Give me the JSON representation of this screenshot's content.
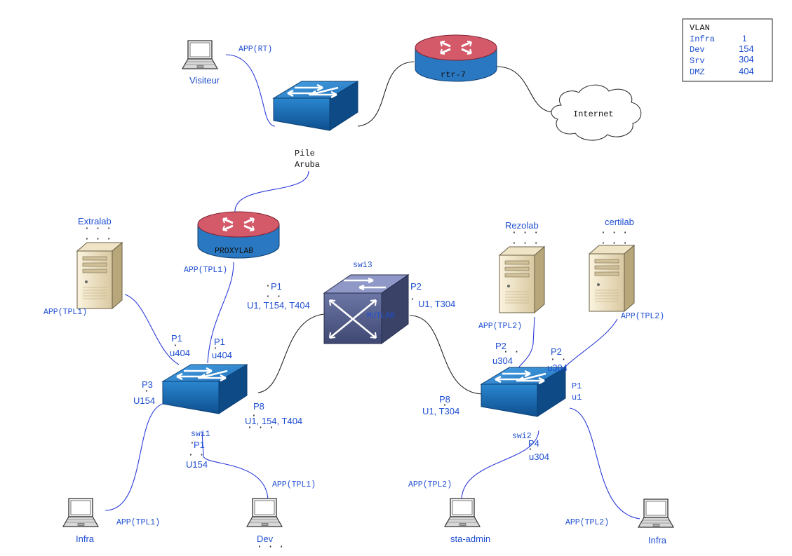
{
  "legend": {
    "title": "VLAN",
    "rows": [
      {
        "name": "Infra",
        "id": "1"
      },
      {
        "name": "Dev",
        "id": "154"
      },
      {
        "name": "Srv",
        "id": "304"
      },
      {
        "name": "DMZ",
        "id": "404"
      }
    ]
  },
  "colors": {
    "wire": "#2b3bd8",
    "label": "#1f4fd1",
    "switch_top": "#3c8ed3",
    "switch_side": "#1565a8",
    "router_top": "#d45a6a",
    "router_band": "#2a78c2",
    "mls": "#5b6593"
  },
  "devices": {
    "rtr7": "rtr-7",
    "internet": "Internet",
    "pile": "Pile",
    "aruba": "Aruba",
    "proxylab": "PROXYLAB",
    "swi1": "swi1",
    "swi2": "swi2",
    "swi3": "swi3",
    "mutlab": "MUTLAB"
  },
  "hosts": {
    "visiteur": "Visiteur",
    "extralab": "Extralab",
    "rezolab": "Rezolab",
    "certilab": "certilab",
    "infra1": "Infra",
    "dev": "Dev",
    "sta_admin": "sta-admin",
    "infra2": "Infra"
  },
  "app_labels": {
    "visiteur": "APP(RT)",
    "proxylab": "APP(TPL1)",
    "extralab": "APP(TPL1)",
    "infra1": "APP(TPL1)",
    "dev": "APP(TPL1)",
    "rezolab": "APP(TPL2)",
    "certilab": "APP(TPL2)",
    "sta_admin": "APP(TPL2)",
    "infra2": "APP(TPL2)"
  },
  "ports": {
    "swi1_extralab": {
      "port": "P1",
      "vlan": "u404"
    },
    "swi1_proxylab": {
      "port": "P1",
      "vlan": "u404"
    },
    "swi1_infra": {
      "port": "P3",
      "vlan": "U154"
    },
    "swi1_trunk": {
      "port": "P8",
      "vlan": "U1, 154, T404"
    },
    "swi1_dev": {
      "port": "P1",
      "vlan": "U154"
    },
    "swi3_p1": {
      "port": "P1",
      "vlan": "U1, T154, T404"
    },
    "swi3_p2": {
      "port": "P2",
      "vlan": "U1, T304"
    },
    "swi2_rezolab": {
      "port": "P2",
      "vlan": "u304"
    },
    "swi2_certilab": {
      "port": "P2",
      "vlan": "u304"
    },
    "swi2_infra": {
      "port": "P1",
      "vlan": "u1"
    },
    "swi2_trunk": {
      "port": "P8",
      "vlan": "U1, T304"
    },
    "swi2_sta": {
      "port": "P4",
      "vlan": "u304"
    }
  }
}
